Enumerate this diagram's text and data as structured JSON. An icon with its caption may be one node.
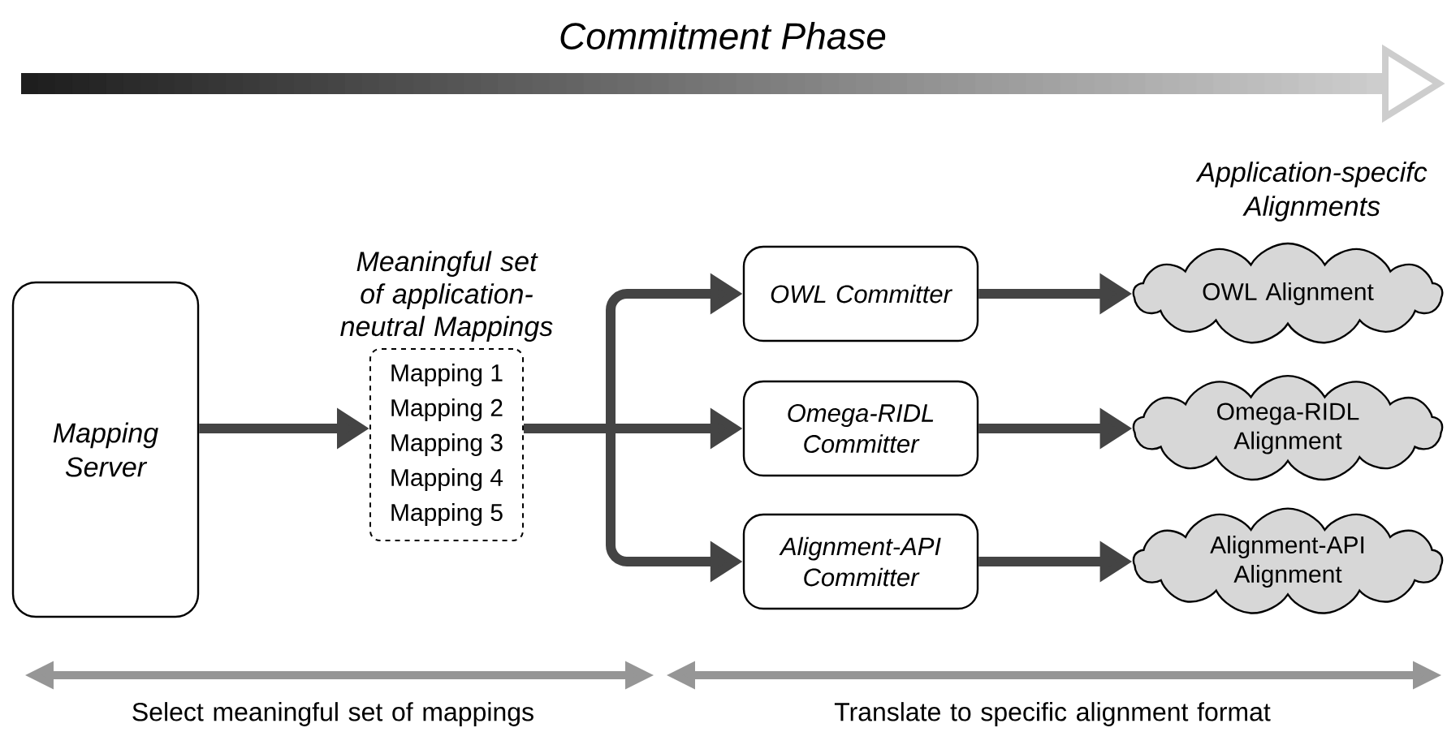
{
  "diagram": {
    "title": "Commitment Phase",
    "nodes": [
      {
        "text": [
          "Mapping Server"
        ]
      },
      {
        "text": [
          "Meaningful set of application-neutral Mappings",
          "Mapping 1",
          "Mapping 2",
          "Mapping 3",
          "Mapping 4",
          "Mapping 5"
        ]
      },
      {
        "text": [
          "OWL Committer"
        ]
      },
      {
        "text": [
          "Omega-RIDL Committer"
        ]
      },
      {
        "text": [
          "Alignment-API Committer"
        ]
      },
      {
        "text": [
          "OWL Alignment"
        ]
      },
      {
        "text": [
          "Omega-RIDL Alignment"
        ]
      },
      {
        "text": [
          "Alignment-API Alignment"
        ]
      }
    ],
    "edges": [
      {
        "from": 0,
        "to": 1,
        "arrow": "to"
      },
      {
        "from": 1,
        "to": 2,
        "arrow": "to"
      },
      {
        "from": 1,
        "to": 3,
        "arrow": "to"
      },
      {
        "from": 1,
        "to": 4,
        "arrow": "to"
      },
      {
        "from": 2,
        "to": 5,
        "arrow": "to"
      },
      {
        "from": 3,
        "to": 6,
        "arrow": "to"
      },
      {
        "from": 4,
        "to": 7,
        "arrow": "to"
      }
    ],
    "labels": [
      "Application-specifc Alignments",
      "Select meaningful set of mappings",
      "Translate to specific alignment format"
    ]
  }
}
